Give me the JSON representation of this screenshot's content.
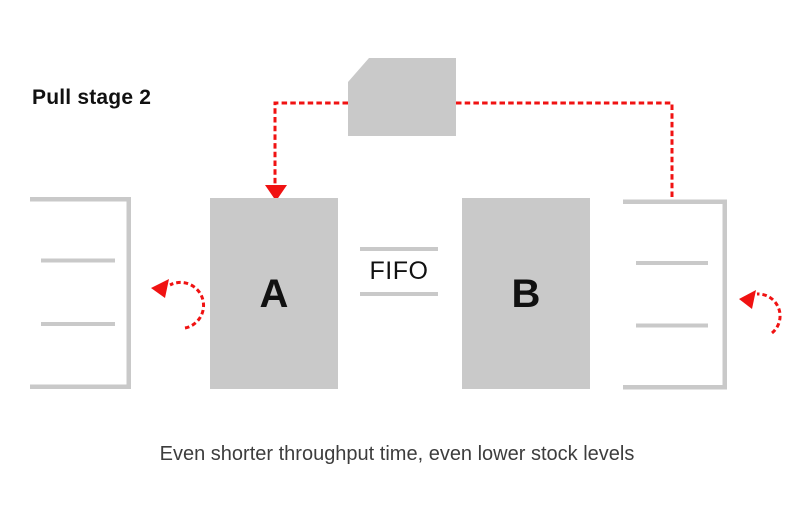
{
  "title": "Pull stage 2",
  "caption": "Even shorter throughput time, even lower stock levels",
  "process_a": {
    "label": "A"
  },
  "process_b": {
    "label": "B"
  },
  "fifo": {
    "label": "FIFO"
  },
  "colors": {
    "signal_red": "#f01212",
    "shape_gray": "#c9c9c9",
    "text_dark": "#111111",
    "caption_gray": "#3d3d3d",
    "background": "#ffffff"
  }
}
